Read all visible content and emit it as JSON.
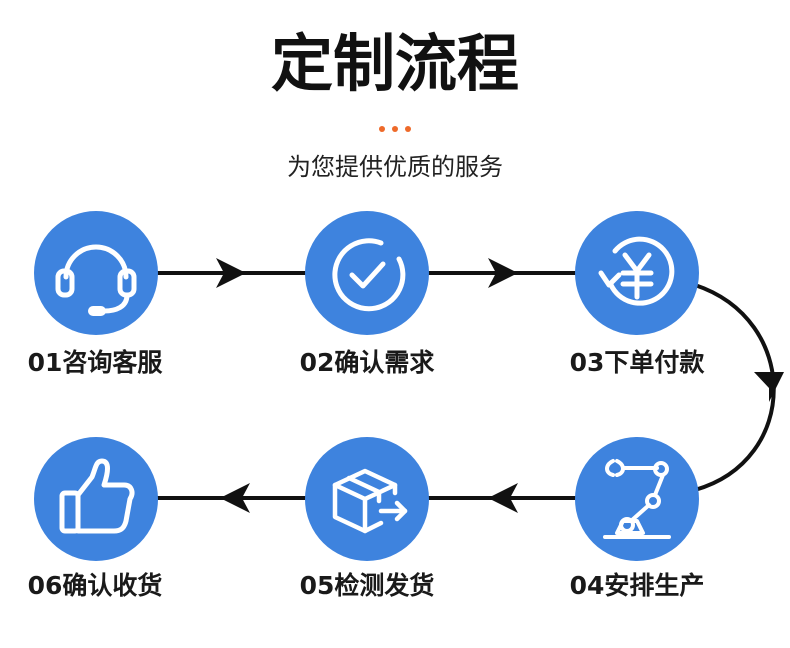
{
  "header": {
    "title": "定制流程",
    "subtitle": "为您提供优质的服务"
  },
  "steps": [
    {
      "label": "01咨询客服",
      "icon": "headset-icon"
    },
    {
      "label": "02确认需求",
      "icon": "check-circle-icon"
    },
    {
      "label": "03下单付款",
      "icon": "yuan-payment-icon"
    },
    {
      "label": "04安排生产",
      "icon": "robot-arm-icon"
    },
    {
      "label": "05检测发货",
      "icon": "package-shipping-icon"
    },
    {
      "label": "06确认收货",
      "icon": "thumbs-up-icon"
    }
  ],
  "colors": {
    "circle": "#3e83de",
    "accent_dots": "#ee6a2a",
    "text": "#111111",
    "connector": "#111111"
  }
}
